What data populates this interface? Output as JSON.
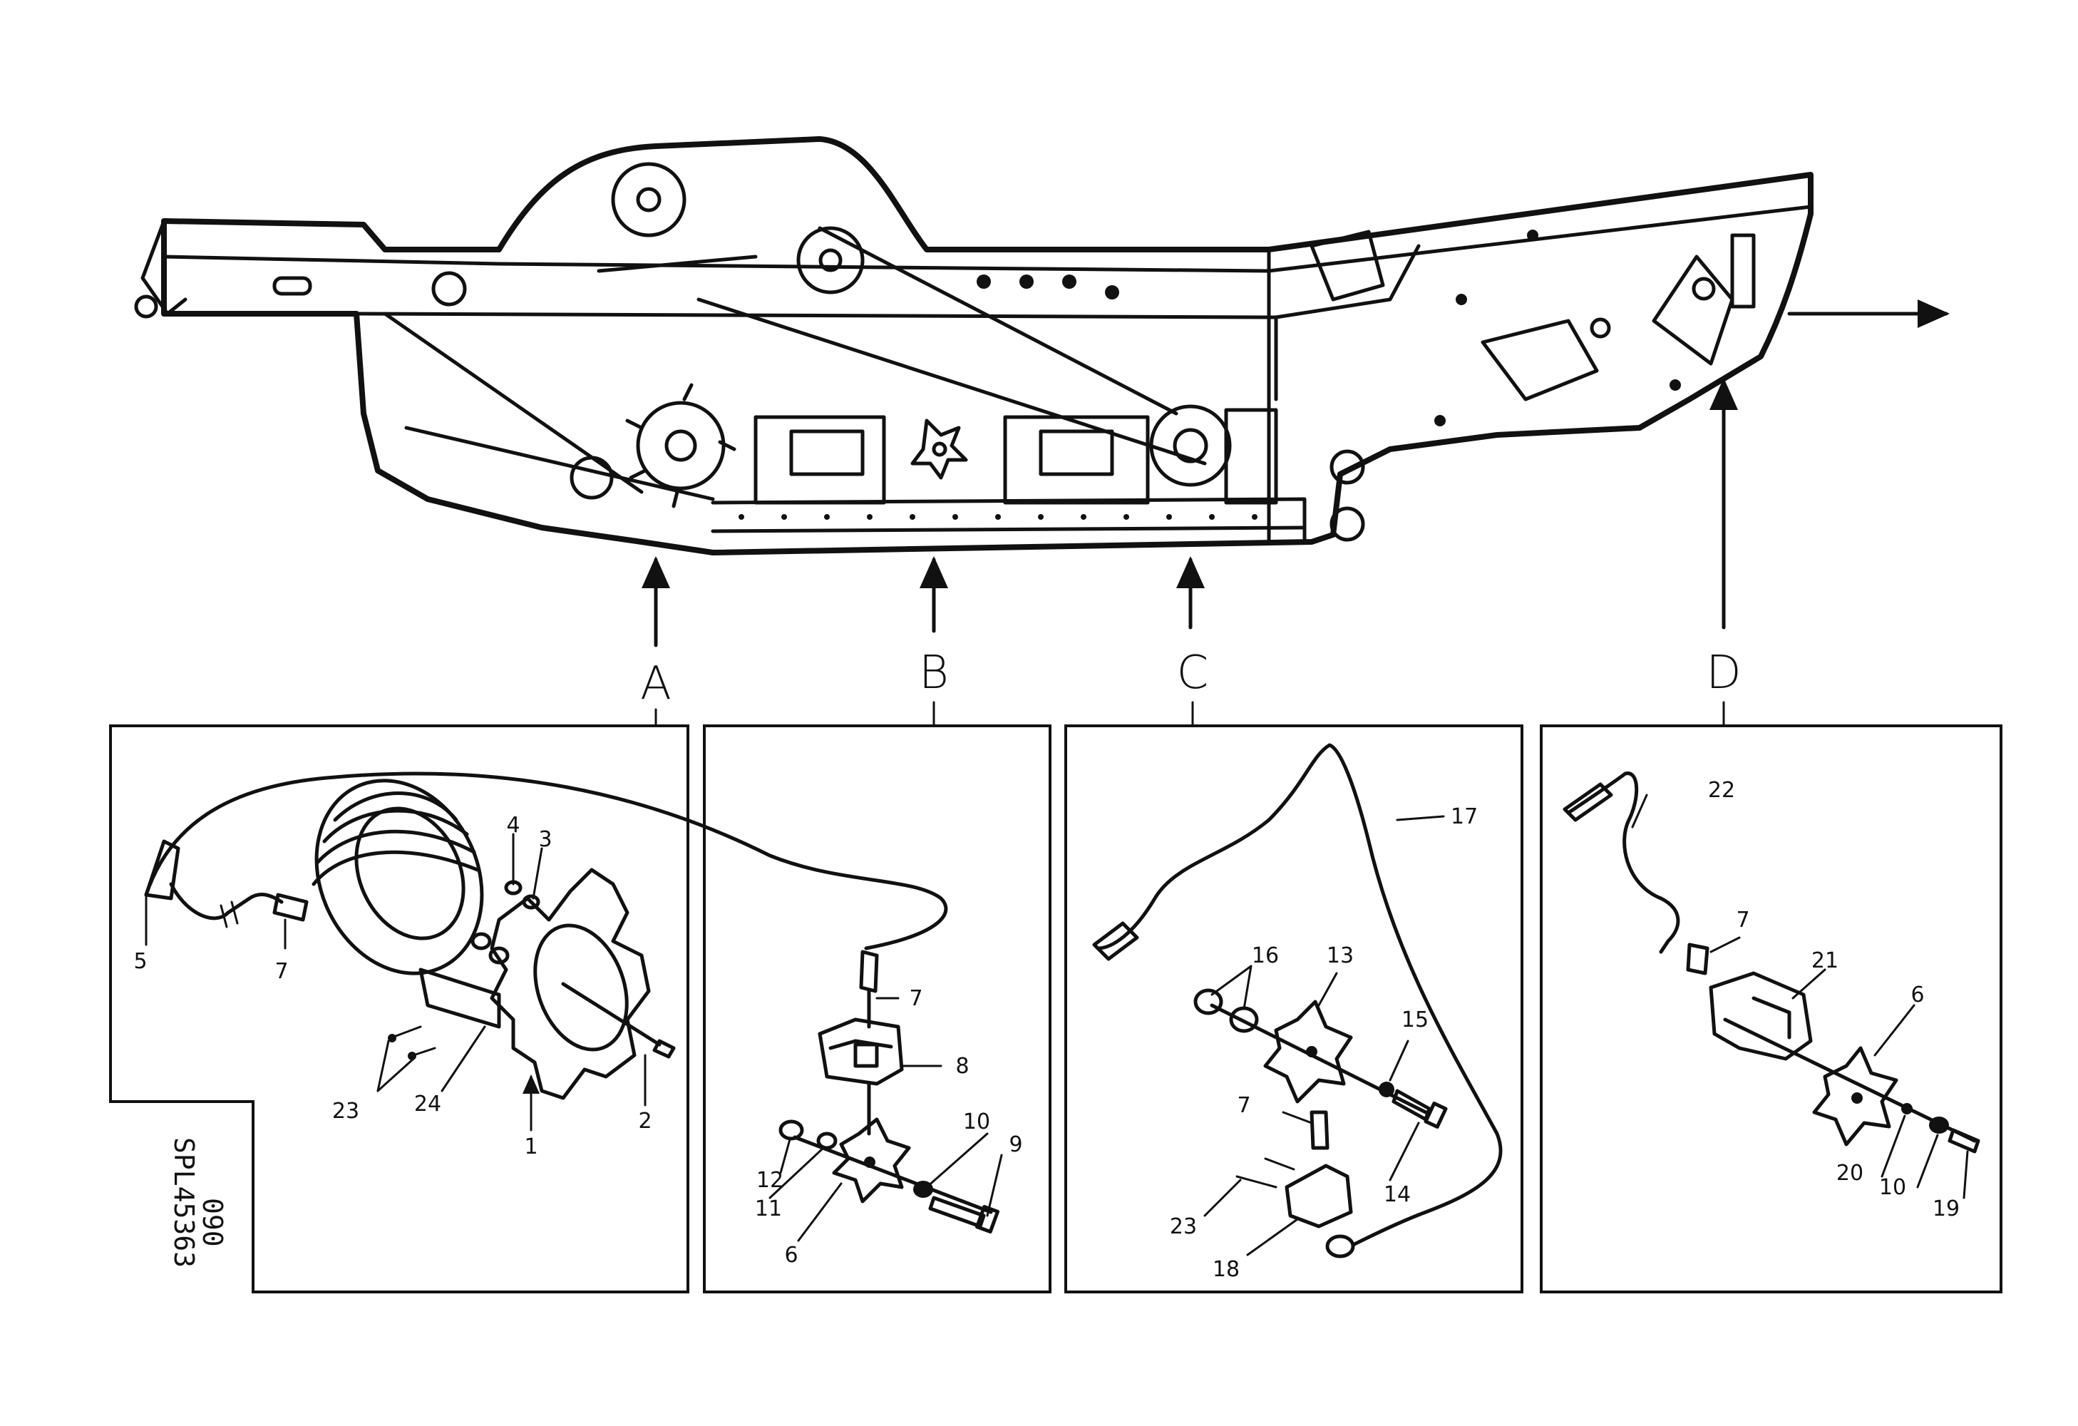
{
  "figure": {
    "document_number": "SPL45363",
    "revision": "090"
  },
  "views": {
    "a": {
      "letter": "A"
    },
    "b": {
      "letter": "B"
    },
    "c": {
      "letter": "C"
    },
    "d": {
      "letter": "D"
    }
  },
  "callouts": {
    "a": {
      "c1": "1",
      "c2": "2",
      "c3": "3",
      "c4": "4",
      "c5": "5",
      "c7": "7",
      "c23": "23",
      "c24": "24"
    },
    "b": {
      "c6": "6",
      "c7": "7",
      "c8": "8",
      "c9": "9",
      "c10": "10",
      "c11": "11",
      "c12": "12"
    },
    "c": {
      "c7": "7",
      "c13": "13",
      "c14": "14",
      "c15": "15",
      "c16": "16",
      "c17": "17",
      "c18": "18",
      "c23": "23"
    },
    "d": {
      "c6": "6",
      "c7": "7",
      "c10": "10",
      "c19": "19",
      "c20": "20",
      "c21": "21",
      "c22": "22"
    }
  }
}
